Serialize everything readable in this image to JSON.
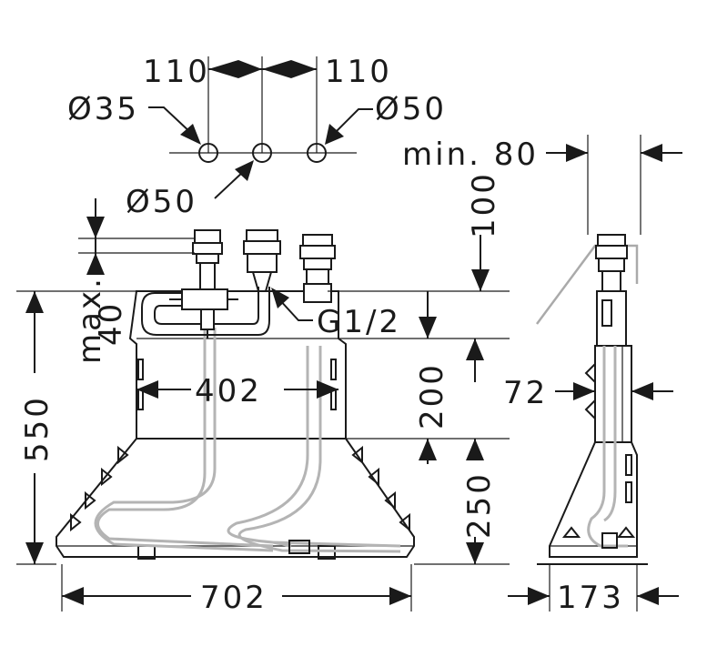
{
  "diagram": {
    "labels": {
      "spacing_left": "110",
      "spacing_right": "110",
      "dia_left": "Ø35",
      "dia_right": "Ø50",
      "dia_center": "Ø50",
      "min_depth": "min. 80",
      "height_100": "100",
      "max_40_line1": "max.",
      "max_40_line2": "40",
      "thread": "G1/2",
      "width_402": "402",
      "height_200": "200",
      "height_550": "550",
      "height_250": "250",
      "width_72": "72",
      "width_702": "702",
      "width_173": "173"
    }
  }
}
